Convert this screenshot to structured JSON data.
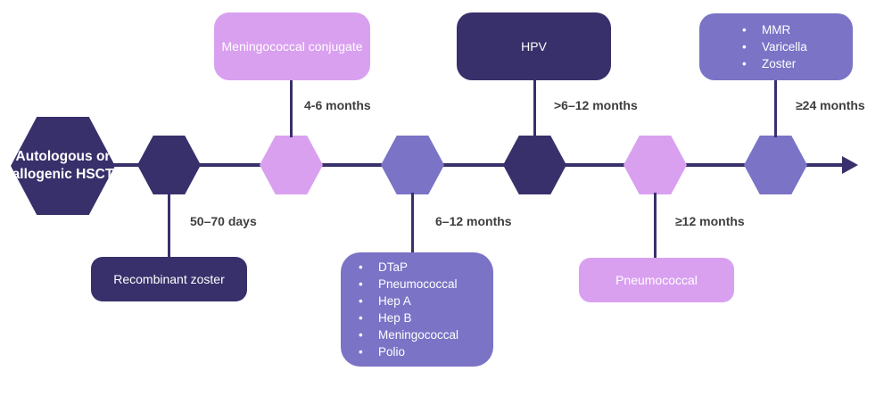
{
  "colors": {
    "dark_navy": "#38306b",
    "medium_purple": "#7a73c6",
    "light_pink_purple": "#d9a0f0",
    "label_text": "#3f3e3e",
    "box_text": "#ffffff",
    "background": "#ffffff"
  },
  "start": {
    "line1": "Autologous or",
    "line2": "allogenic HSCT"
  },
  "milestones": [
    {
      "time": "50–70 days",
      "direction": "below",
      "node_color": "dark"
    },
    {
      "time": "4-6 months",
      "direction": "above",
      "node_color": "pink"
    },
    {
      "time": "6–12 months",
      "direction": "below",
      "node_color": "purple"
    },
    {
      "time": ">6–12 months",
      "direction": "above",
      "node_color": "dark"
    },
    {
      "time": "≥12 months",
      "direction": "below",
      "node_color": "pink"
    },
    {
      "time": "≥24 months",
      "direction": "above",
      "node_color": "purple"
    }
  ],
  "boxes": {
    "meningococcal": {
      "label": "Meningococcal conjugate"
    },
    "hpv": {
      "label": "HPV"
    },
    "mmr": {
      "items": [
        "MMR",
        "Varicella",
        "Zoster"
      ]
    },
    "zoster": {
      "label": "Recombinant zoster"
    },
    "dtap": {
      "items": [
        "DTaP",
        "Pneumococcal",
        "Hep A",
        "Hep B",
        "Meningococcal",
        "Polio"
      ]
    },
    "pneumococcal": {
      "label": "Pneumococcal"
    }
  }
}
